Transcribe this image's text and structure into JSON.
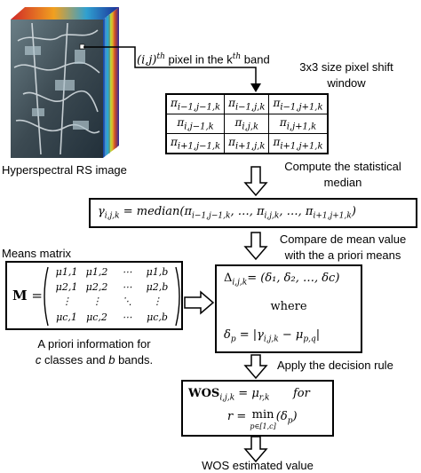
{
  "image": {
    "caption": "Hyperspectral RS image"
  },
  "pixel_label": {
    "prefix": "(i,j)",
    "sup1": "th",
    "middle": " pixel in the k",
    "sup2": "th",
    "suffix": " band"
  },
  "window": {
    "title_line1": "3x3 size pixel shift",
    "title_line2": "window",
    "cells": [
      [
        "π",
        "i−1,j−1,k",
        "π",
        "i−1,j,k",
        "π",
        "i−1,j+1,k"
      ],
      [
        "π",
        "i,j−1,k",
        "π",
        "i,j,k",
        "π",
        "i,j+1,k"
      ],
      [
        "π",
        "i+1,j−1,k",
        "π",
        "i+1,j,k",
        "π",
        "i+1,j+1,k"
      ]
    ]
  },
  "step_median": {
    "line1": "Compute the statistical",
    "line2": "median"
  },
  "median_eq": {
    "lhs": "γ",
    "lhs_sub": "i,j,k",
    "rhs": " = median(π",
    "t1": "i−1,j−1,k",
    "mid1": ", …, π",
    "t2": "i,j,k",
    "mid2": ", …, π",
    "t3": "i+1,j+1,k",
    "end": ")"
  },
  "step_compare": {
    "line1": "Compare de mean value",
    "line2": "with the a priori means"
  },
  "means": {
    "title": "Means matrix",
    "symbol": "M",
    "equals": " =",
    "cells": [
      [
        "μ1,1",
        "μ1,2",
        "⋯",
        "μ1,b"
      ],
      [
        "μ2,1",
        "μ2,2",
        "⋯",
        "μ2,b"
      ],
      [
        "⋮",
        "⋮",
        "⋱",
        "⋮"
      ],
      [
        "μc,1",
        "μc,2",
        "⋯",
        "μc,b"
      ]
    ],
    "caption_line1": "A priori information for",
    "caption_line2_italic": "c",
    "caption_line2_mid": " classes and ",
    "caption_line2_italic2": "b",
    "caption_line2_end": " bands."
  },
  "delta_box": {
    "line1_lhs": "Δ",
    "line1_sub": "i,j,k",
    "line1_rhs": "= (δ₁, δ₂, …, δc)",
    "where": "where",
    "line3_lhs": "δ",
    "line3_sub": "p",
    "line3_rhs": " = |γ",
    "line3_sub2": "i,j,k",
    "line3_mid": " − μ",
    "line3_sub3": "p,q",
    "line3_end": "|"
  },
  "step_decision": {
    "label": "Apply the decision rule"
  },
  "wos_box": {
    "wos": "WOS",
    "wos_sub": "i,j,k",
    "eq1_rhs": " = μ",
    "eq1_sub": "r,k",
    "eq1_for": "for",
    "eq2_lhs": "r = ",
    "eq2_min": "min",
    "eq2_min_sub": "p∈[1,c]",
    "eq2_arg": "(δ",
    "eq2_arg_sub": "p",
    "eq2_end": ")"
  },
  "output": {
    "label": "WOS estimated value"
  }
}
